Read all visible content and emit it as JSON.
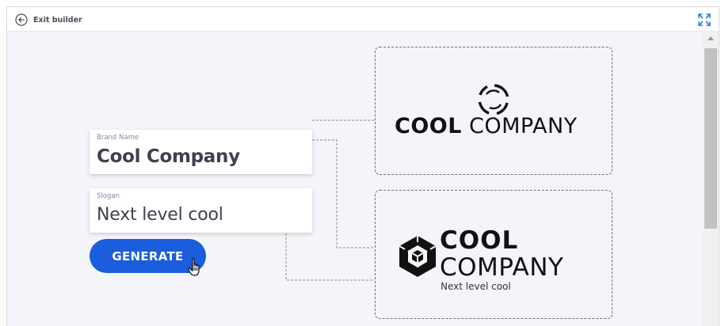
{
  "header": {
    "exit_label": "Exit builder",
    "exit_icon": "arrow-left-circle-icon",
    "expand_icon": "fullscreen-expand-icon"
  },
  "form": {
    "brand": {
      "label": "Brand Name",
      "value": "Cool Company"
    },
    "slogan": {
      "label": "Slogan",
      "value": "Next level cool"
    },
    "generate_label": "GENERATE"
  },
  "logos": [
    {
      "text_bold": "COOL",
      "text_light": "COMPANY",
      "mark": "broken-ring-icon"
    },
    {
      "line1": "COOL",
      "line2": "COMPANY",
      "slogan": "Next level cool",
      "mark": "hexagon-cube-icon"
    }
  ],
  "colors": {
    "accent": "#1a5ddd",
    "background": "#f4f5fa",
    "label": "#8b7fa8",
    "text": "#3e4150"
  }
}
